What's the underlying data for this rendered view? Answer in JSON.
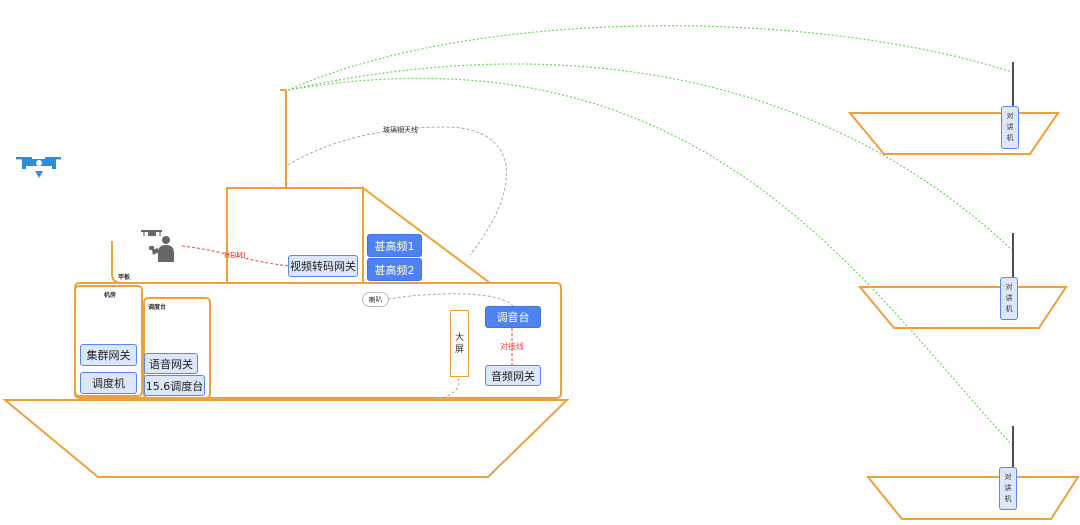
{
  "labels": {
    "antenna": "玻璃钢天线",
    "hdmi": "HDMI",
    "deck": "甲板",
    "machine_room": "机房",
    "dispatch_desk": "调度台",
    "speaker": "喇叭",
    "patch_cable": "对接线"
  },
  "nodes": {
    "video_gateway": "视频转码网关",
    "vhf1": "甚高频1",
    "vhf2": "甚高频2",
    "cluster_gateway": "集群网关",
    "dispatcher": "调度机",
    "voice_gateway": "语音网关",
    "desk_15_6": "15.6调度台",
    "mixer": "调音台",
    "audio_gateway": "音频网关",
    "big_screen": [
      "大",
      "屏"
    ]
  },
  "walkie_talkie": [
    "对",
    "讲",
    "机"
  ],
  "colors": {
    "hull": "#f0a03a",
    "node_blue": "#4d82f0",
    "node_light": "#dde7fb",
    "node_border": "#5b87ea",
    "wireless_link": "#6fd65f",
    "wired_link": "#aaaaaa",
    "hdmi_link": "#e84a3f",
    "drone": "#2b8fd8"
  },
  "icons": {
    "drone": "drone-icon",
    "operator": "drone-operator-icon",
    "antenna": "antenna-icon"
  }
}
